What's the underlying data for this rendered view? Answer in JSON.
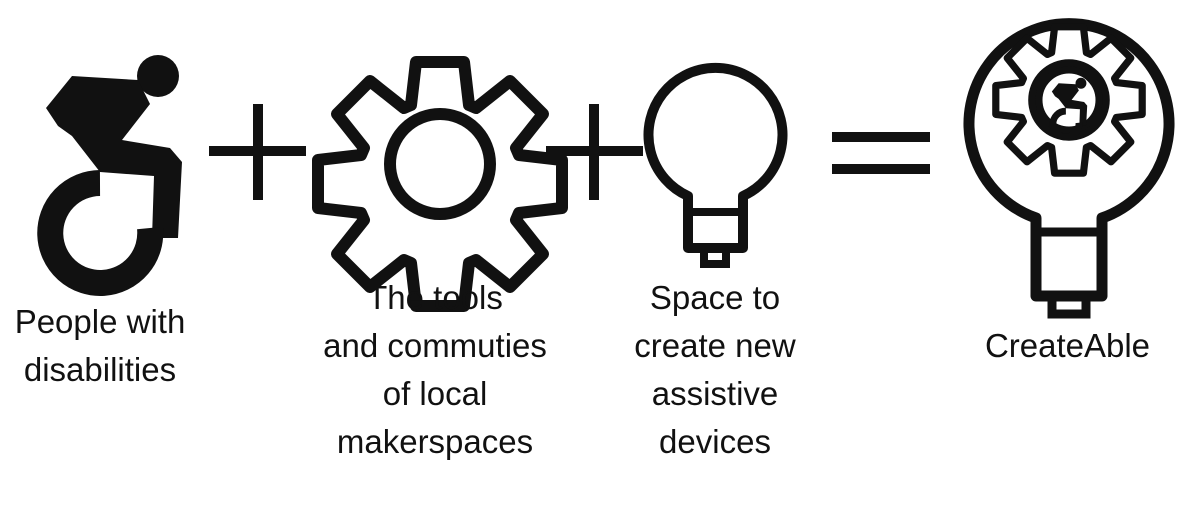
{
  "equation": {
    "terms": [
      {
        "icon": "wheelchair-icon",
        "caption_lines": [
          "People with",
          "disabilities"
        ]
      },
      {
        "icon": "gear-icon",
        "caption_lines": [
          "The tools",
          "and commuties",
          "of local",
          "makerspaces"
        ]
      },
      {
        "icon": "lightbulb-icon",
        "caption_lines": [
          "Space to",
          "create new",
          "assistive",
          "devices"
        ]
      }
    ],
    "operators": [
      "plus",
      "plus",
      "equals"
    ],
    "result": {
      "icon": "createable-logo-icon",
      "caption_lines": [
        "CreateAble"
      ]
    }
  },
  "colors": {
    "ink": "#111111",
    "background": "#ffffff"
  }
}
